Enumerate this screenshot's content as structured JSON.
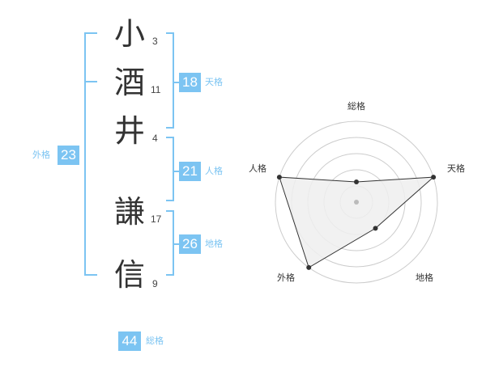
{
  "name": {
    "characters": [
      {
        "char": "小",
        "strokes": "3"
      },
      {
        "char": "酒",
        "strokes": "11"
      },
      {
        "char": "井",
        "strokes": "4"
      },
      {
        "char": "謙",
        "strokes": "17"
      },
      {
        "char": "信",
        "strokes": "9"
      }
    ]
  },
  "scores": {
    "tenkaku": {
      "value": "18",
      "label": "天格"
    },
    "jinkaku": {
      "value": "21",
      "label": "人格"
    },
    "chikaku": {
      "value": "26",
      "label": "地格"
    },
    "gaikaku": {
      "value": "23",
      "label": "外格"
    },
    "soukaku": {
      "value": "44",
      "label": "総格"
    }
  },
  "radar": {
    "axes": [
      "総格",
      "天格",
      "地格",
      "外格",
      "人格"
    ],
    "values": [
      0.25,
      1.0,
      0.4,
      1.0,
      1.0
    ],
    "colors": {
      "grid": "#cccccc",
      "fill": "#eeeeee",
      "line": "#333333",
      "point": "#333333",
      "center": "#bbbbbb"
    }
  }
}
